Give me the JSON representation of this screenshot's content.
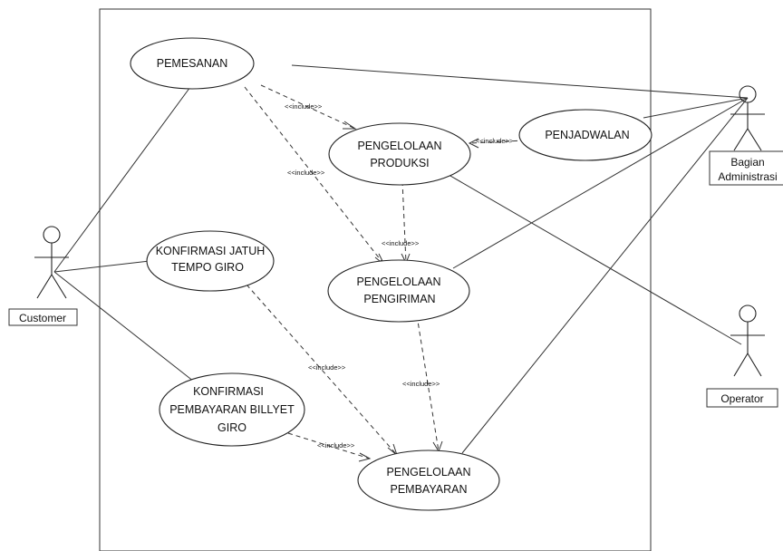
{
  "use_cases": {
    "pemesanan": [
      "PEMESANAN"
    ],
    "pengelolaan_produksi": [
      "PENGELOLAAN",
      "PRODUKSI"
    ],
    "penjadwalan": [
      "PENJADWALAN"
    ],
    "konfirmasi_jatuh_tempo": [
      "KONFIRMASI JATUH",
      "TEMPO GIRO"
    ],
    "pengelolaan_pengiriman": [
      "PENGELOLAAN",
      "PENGIRIMAN"
    ],
    "konfirmasi_billyet": [
      "KONFIRMASI",
      "PEMBAYARAN BILLYET",
      "GIRO"
    ],
    "pengelolaan_pembayaran": [
      "PENGELOLAAN",
      "PEMBAYARAN"
    ]
  },
  "actors": {
    "customer": [
      "Customer"
    ],
    "bagian_administrasi": [
      "Bagian",
      "Administrasi"
    ],
    "operator": [
      "Operator"
    ]
  },
  "relationships": {
    "include_label": "<<include>>"
  }
}
